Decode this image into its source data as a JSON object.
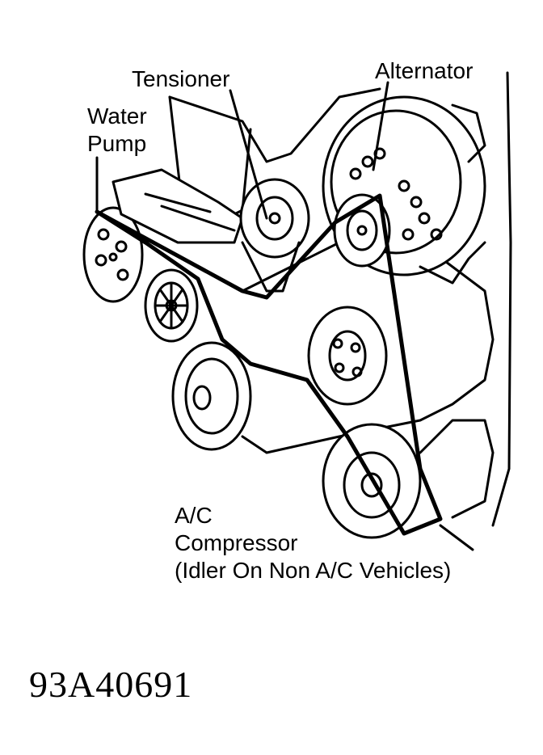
{
  "labels": {
    "tensioner": "Tensioner",
    "alternator": "Alternator",
    "water_pump_line1": "Water",
    "water_pump_line2": "Pump",
    "ac_line1": "A/C",
    "ac_line2": "Compressor",
    "ac_line3": "(Idler On Non A/C Vehicles)"
  },
  "figure_id": "93A40691",
  "colors": {
    "ink": "#000000",
    "paper": "#ffffff"
  }
}
